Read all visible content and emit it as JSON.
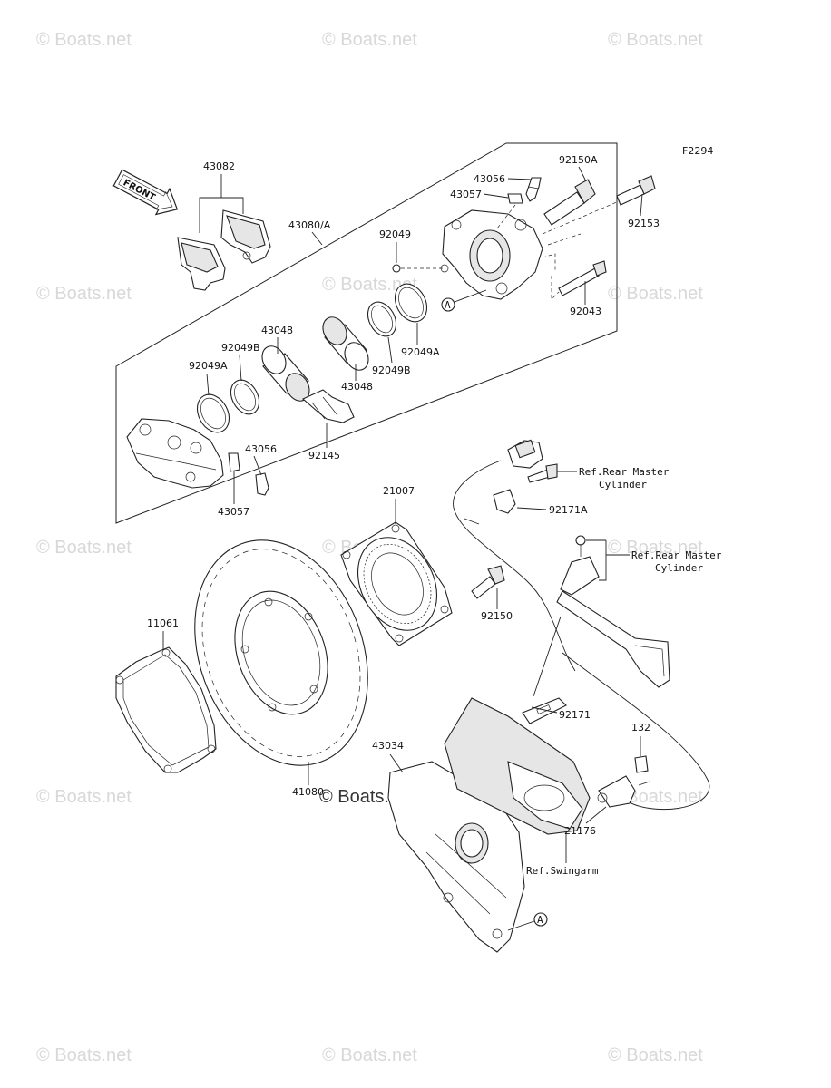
{
  "figure_code": "F2294",
  "front_label": "FRONT",
  "watermark": "© Boats.net",
  "ref_marker": "A",
  "labels": {
    "p43082": "43082",
    "p43080A": "43080/A",
    "p92049": "92049",
    "p43056_top": "43056",
    "p43057_top": "43057",
    "p92150A": "92150A",
    "p92153": "92153",
    "p92043": "92043",
    "p43048_a": "43048",
    "p43048_b": "43048",
    "p92049B_a": "92049B",
    "p92049B_b": "92049B",
    "p92049A_a": "92049A",
    "p92049A_b": "92049A",
    "p92145": "92145",
    "p43056_bot": "43056",
    "p43057_bot": "43057",
    "p21007": "21007",
    "p92171A": "92171A",
    "p92150": "92150",
    "p11061": "11061",
    "p92171": "92171",
    "p132": "132",
    "p43034": "43034",
    "p41080": "41080",
    "p21176": "21176",
    "ref_rear_master_1a": "Ref.Rear Master",
    "ref_rear_master_1b": "Cylinder",
    "ref_rear_master_2a": "Ref.Rear Master",
    "ref_rear_master_2b": "Cylinder",
    "ref_swingarm": "Ref.Swingarm"
  }
}
